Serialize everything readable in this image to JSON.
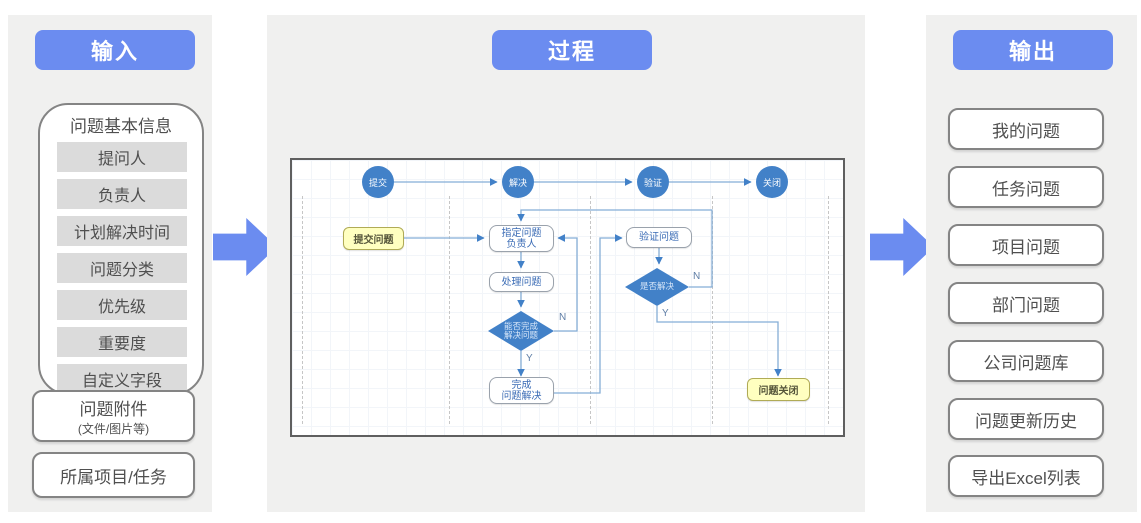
{
  "columns": {
    "input": {
      "header": "输入",
      "basics": {
        "title": "问题基本信息",
        "fields": [
          "提问人",
          "负责人",
          "计划解决时间",
          "问题分类",
          "优先级",
          "重要度",
          "自定义字段"
        ]
      },
      "attachment": {
        "line1": "问题附件",
        "line2": "(文件/图片等)"
      },
      "project": "所属项目/任务"
    },
    "process": {
      "header": "过程",
      "stages": [
        "提交",
        "解决",
        "验证",
        "关闭"
      ],
      "nodes": {
        "submit": "提交问题",
        "assign_l1": "指定问题",
        "assign_l2": "负责人",
        "handle": "处理问题",
        "decide1_l1": "能否完成",
        "decide1_l2": "解决问题",
        "finish_l1": "完成",
        "finish_l2": "问题解决",
        "verify": "验证问题",
        "decide2": "是否解决",
        "close": "问题关闭"
      },
      "branch_labels": {
        "n1": "N",
        "y1": "Y",
        "n2": "N",
        "y2": "Y"
      }
    },
    "output": {
      "header": "输出",
      "items": [
        "我的问题",
        "任务问题",
        "项目问题",
        "部门问题",
        "公司问题库",
        "问题更新历史",
        "导出Excel列表"
      ]
    }
  },
  "colors": {
    "accent_blue": "#6b8cf0",
    "node_blue": "#4281c8",
    "edge_blue": "#85aed6",
    "yellow_fill": "#ffffc0",
    "panel_gray": "#f0f0ef"
  }
}
